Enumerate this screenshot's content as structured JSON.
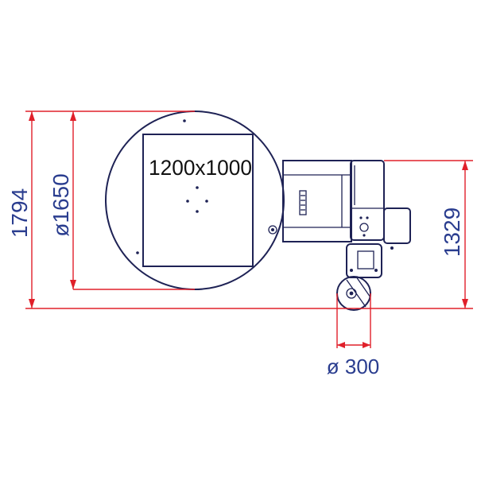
{
  "dimensions": {
    "overall_height": "1794",
    "turntable_diameter": "ø1650",
    "pallet_size": "1200x1000",
    "arm_height": "1329",
    "wheel_diameter": "ø 300"
  },
  "colors": {
    "drawing": "#1e2255",
    "dimension_line": "#e0202a",
    "dimension_text": "#2a3d8f"
  }
}
